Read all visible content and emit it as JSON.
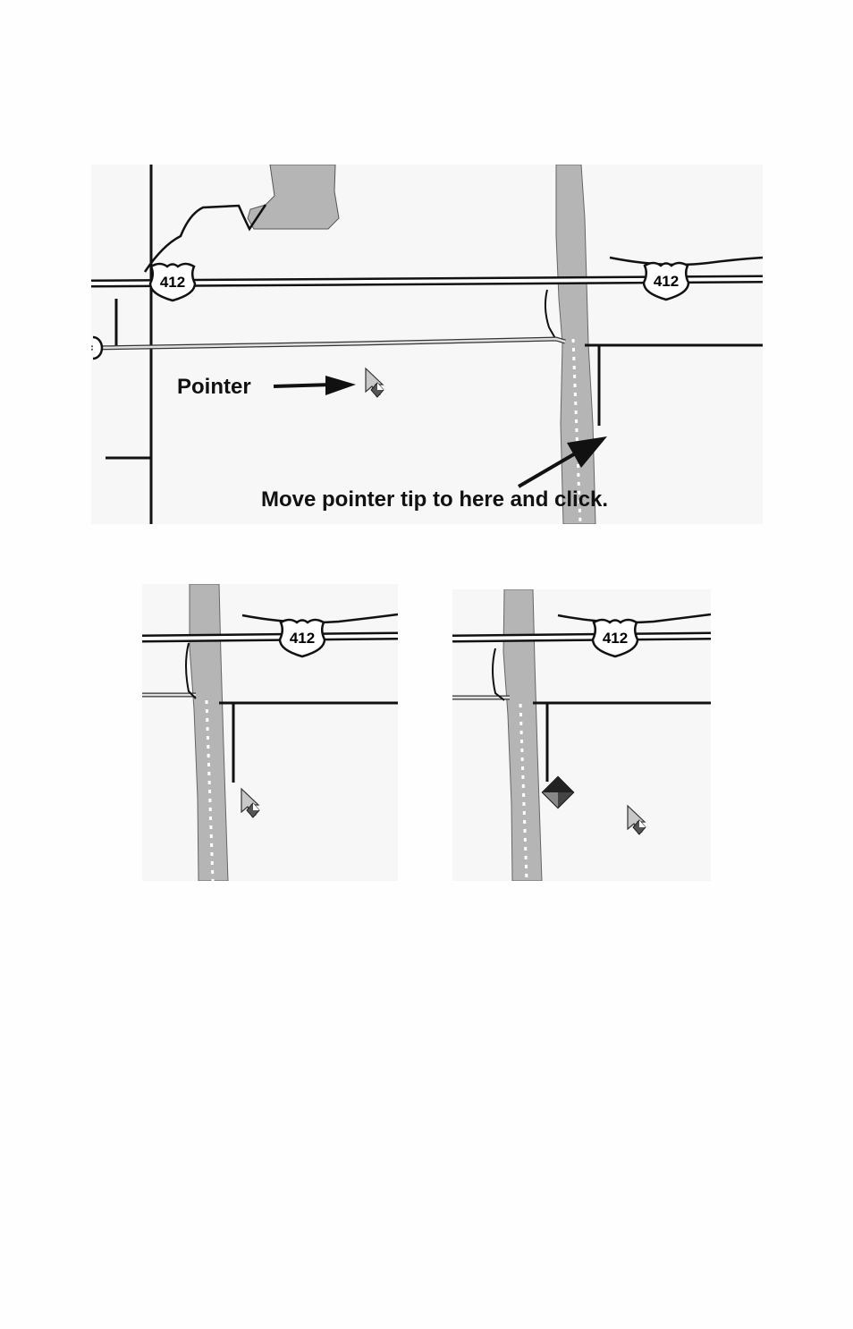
{
  "main_map": {
    "highway_shield_label": "412",
    "pointer_callout": "Pointer",
    "click_callout": "Move pointer tip to here and click."
  },
  "detail_before": {
    "highway_shield_label": "412"
  },
  "detail_after": {
    "highway_shield_label": "412"
  },
  "colors": {
    "map_background": "#f7f7f7",
    "water": "#b5b5b5",
    "road": "#111111"
  },
  "icons": [
    "map-pointer-icon",
    "waypoint-marker-icon",
    "arrow-icon",
    "us-highway-shield-icon"
  ]
}
